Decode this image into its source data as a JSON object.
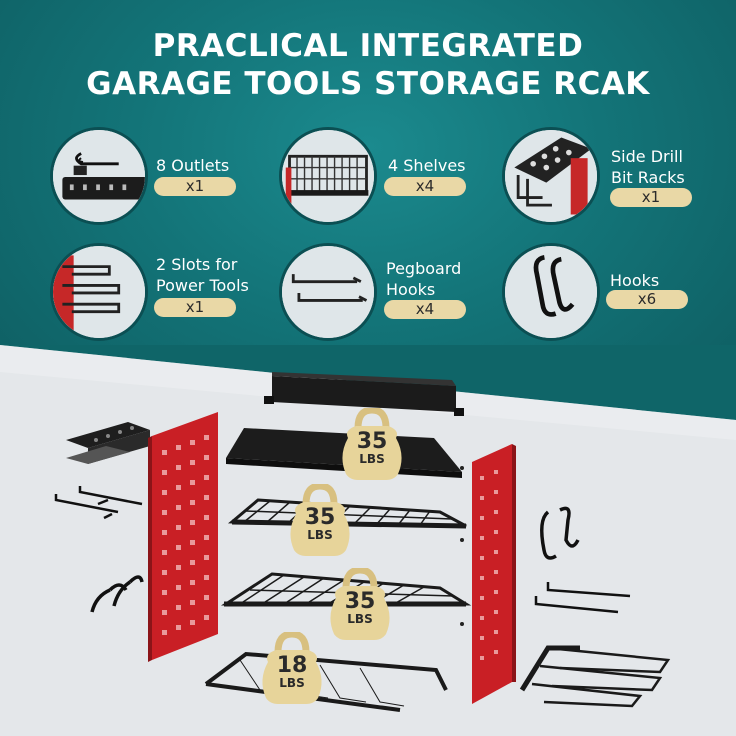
{
  "title": {
    "line1": "PRACLICAL INTEGRATED",
    "line2": "GARAGE TOOLS STORAGE RCAK"
  },
  "features": [
    {
      "label_line1": "8 Outlets",
      "label_line2": "",
      "qty": "x1",
      "icon": "power-strip-icon"
    },
    {
      "label_line1": "4 Shelves",
      "label_line2": "",
      "qty": "x4",
      "icon": "wire-shelf-icon"
    },
    {
      "label_line1": "Side Drill",
      "label_line2": "Bit Racks",
      "qty": "x1",
      "icon": "drill-bit-rack-icon"
    },
    {
      "label_line1": "2 Slots for",
      "label_line2": "Power Tools",
      "qty": "x1",
      "icon": "tool-slot-rack-icon"
    },
    {
      "label_line1": "Pegboard",
      "label_line2": "Hooks",
      "qty": "x4",
      "icon": "pegboard-hook-icon"
    },
    {
      "label_line1": "Hooks",
      "label_line2": "",
      "qty": "x6",
      "icon": "s-hook-icon"
    }
  ],
  "weights": [
    {
      "value": "35",
      "unit": "LBS"
    },
    {
      "value": "35",
      "unit": "LBS"
    },
    {
      "value": "35",
      "unit": "LBS"
    },
    {
      "value": "18",
      "unit": "LBS"
    }
  ],
  "colors": {
    "teal": "#137478",
    "badge": "#e9d8a6",
    "panel_red": "#d42a2a",
    "steel": "#1e1e1e",
    "kettlebell": "#e7d49a"
  }
}
